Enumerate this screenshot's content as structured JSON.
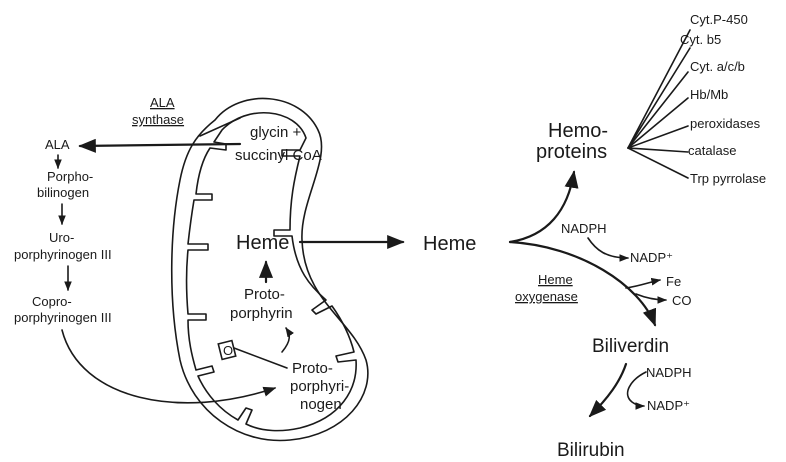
{
  "left_pathway": {
    "ala": "ALA",
    "porphobilinogen": [
      "Porpho-",
      "bilinogen"
    ],
    "uroporphyrinogen": [
      "Uro-",
      "porphyrinogen III"
    ],
    "coproporphyrinogen": [
      "Copro-",
      "porphyrinogen III"
    ]
  },
  "enzymes": {
    "ala_synthase": [
      "ALA",
      "synthase"
    ],
    "heme_oxygenase": [
      "Heme",
      "oxygenase"
    ]
  },
  "mitochondrion": {
    "substrates": [
      "glycin +",
      "succinyl CoA"
    ],
    "heme": "Heme",
    "protoporphyrin": [
      "Proto-",
      "porphyrin"
    ],
    "protoporphyrinogen": [
      "Proto-",
      "porphyri-",
      "nogen"
    ],
    "enzyme_box": "O"
  },
  "cytosol": {
    "heme": "Heme",
    "hemoproteins": [
      "Hemo-",
      "proteins"
    ],
    "hemoprotein_list": [
      "Cyt.P-450",
      "Cyt. b5",
      "Cyt. a/c/b",
      "Hb/Mb",
      "peroxidases",
      "catalase",
      "Trp pyrrolase"
    ],
    "nadph_1": "NADPH",
    "nadp_1": "NADP⁺",
    "fe": "Fe",
    "co": "CO",
    "biliverdin": "Biliverdin",
    "nadph_2": "NADPH",
    "nadp_2": "NADP⁺",
    "bilirubin": "Bilirubin"
  },
  "colors": {
    "ink": "#1a1a1a",
    "background": "#ffffff"
  }
}
